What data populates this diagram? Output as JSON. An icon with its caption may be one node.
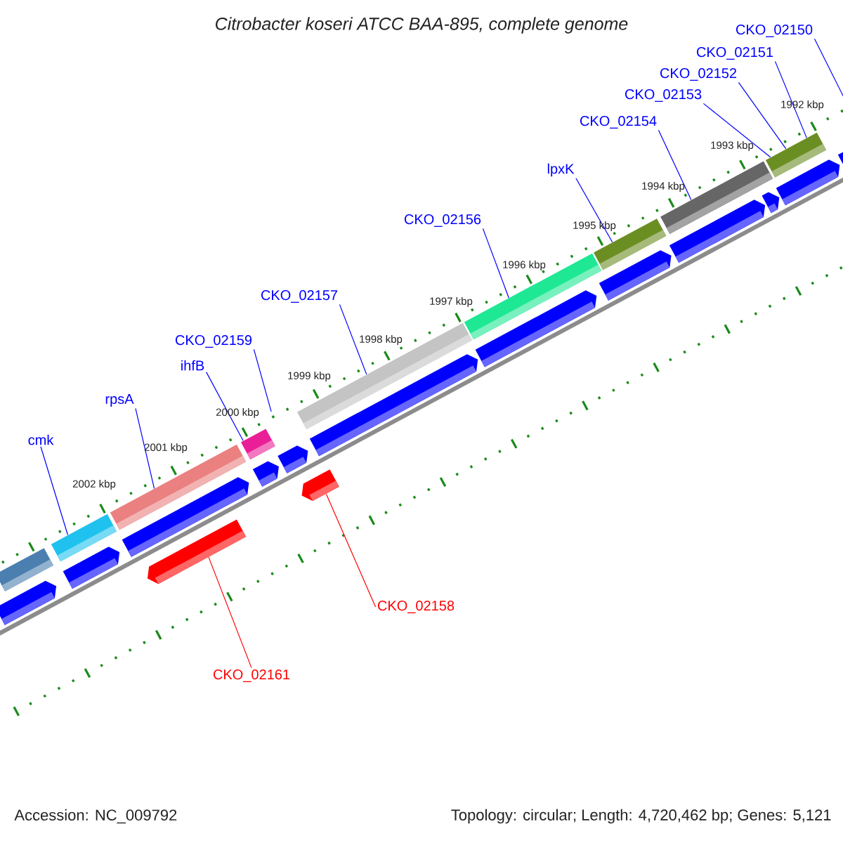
{
  "diagram": {
    "title": "Citrobacter koseri ATCC BAA-895, complete genome",
    "nodes": [
      {
        "text": [
          "CKO_02150"
        ]
      },
      {
        "text": [
          "CKO_02151"
        ]
      },
      {
        "text": [
          "CKO_02152"
        ]
      },
      {
        "text": [
          "CKO_02153"
        ]
      },
      {
        "text": [
          "CKO_02154"
        ]
      },
      {
        "text": [
          "lpxK"
        ]
      },
      {
        "text": [
          "CKO_02156"
        ]
      },
      {
        "text": [
          "CKO_02157"
        ]
      },
      {
        "text": [
          "CKO_02159"
        ]
      },
      {
        "text": [
          "ihfB"
        ]
      },
      {
        "text": [
          "rpsA"
        ]
      },
      {
        "text": [
          "cmk"
        ]
      },
      {
        "text": [
          "CKO_02158"
        ]
      },
      {
        "text": [
          "CKO_02161"
        ]
      },
      {
        "text": [],
        "shape": "bar"
      },
      {
        "text": [],
        "shape": "bar"
      },
      {
        "text": [],
        "shape": "bar"
      },
      {
        "text": [],
        "shape": "bar"
      },
      {
        "text": [],
        "shape": "bar"
      },
      {
        "text": [],
        "shape": "bar"
      },
      {
        "text": [],
        "shape": "bar"
      },
      {
        "text": [],
        "shape": "bar"
      },
      {
        "text": [],
        "shape": "bar"
      },
      {
        "text": [],
        "shape": "arrow"
      },
      {
        "text": [],
        "shape": "arrow"
      },
      {
        "text": [],
        "shape": "arrow"
      },
      {
        "text": [],
        "shape": "arrow"
      },
      {
        "text": [],
        "shape": "arrow"
      },
      {
        "text": [],
        "shape": "arrow"
      },
      {
        "text": [],
        "shape": "arrow"
      },
      {
        "text": [],
        "shape": "arrow"
      },
      {
        "text": [],
        "shape": "arrow"
      },
      {
        "text": [],
        "shape": "arrow"
      },
      {
        "text": [],
        "shape": "arrow"
      },
      {
        "text": [],
        "shape": "arrow"
      },
      {
        "text": [],
        "shape": "arrow"
      },
      {
        "text": [],
        "shape": "arrow"
      }
    ],
    "edges": [
      {
        "from": 0,
        "to": null,
        "arrow": "none"
      },
      {
        "from": 1,
        "to": 22,
        "arrow": "none"
      },
      {
        "from": 2,
        "to": 22,
        "arrow": "none"
      },
      {
        "from": 3,
        "to": 22,
        "arrow": "none"
      },
      {
        "from": 4,
        "to": 21,
        "arrow": "none"
      },
      {
        "from": 5,
        "to": 20,
        "arrow": "none"
      },
      {
        "from": 6,
        "to": 19,
        "arrow": "none"
      },
      {
        "from": 7,
        "to": 18,
        "arrow": "none"
      },
      {
        "from": 8,
        "to": null,
        "arrow": "none"
      },
      {
        "from": 9,
        "to": 17,
        "arrow": "none"
      },
      {
        "from": 10,
        "to": 16,
        "arrow": "none"
      },
      {
        "from": 11,
        "to": 15,
        "arrow": "none"
      },
      {
        "from": 12,
        "to": 36,
        "arrow": "none",
        "color": "#ff0000"
      },
      {
        "from": 13,
        "to": 35,
        "arrow": "none",
        "color": "#ff0000"
      }
    ],
    "labels": [
      "1992 kbp",
      "1993 kbp",
      "1994 kbp",
      "1995 kbp",
      "1996 kbp",
      "1997 kbp",
      "1998 kbp",
      "1999 kbp",
      "2000 kbp",
      "2001 kbp",
      "2002 kbp",
      "Accession: NC_009792",
      "Topology: circular; Length: 4,720,462 bp; Genes: 5,121"
    ]
  }
}
